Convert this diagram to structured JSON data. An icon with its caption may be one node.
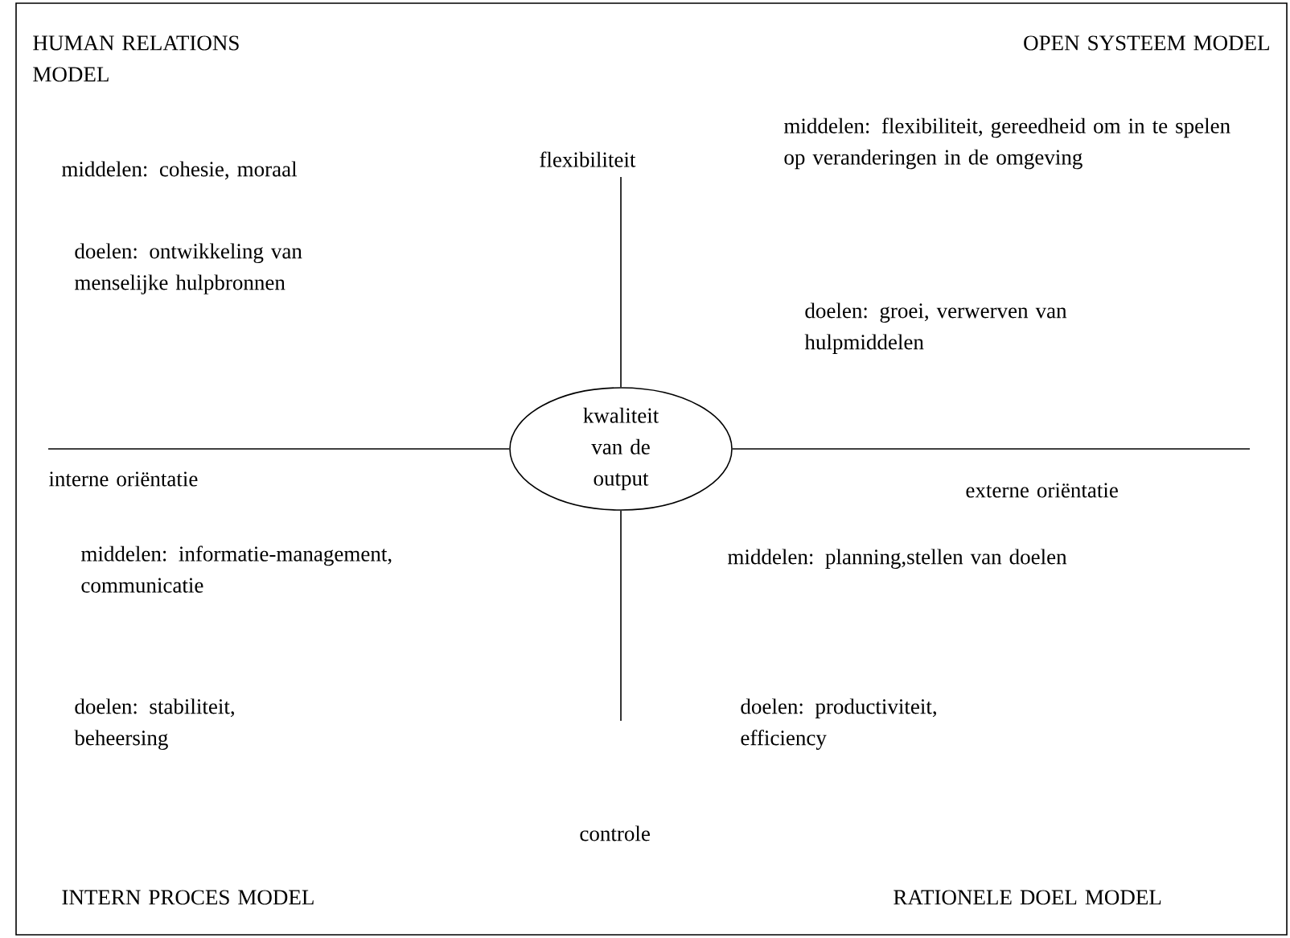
{
  "diagram": {
    "nodes": [
      {
        "text": [
          "kwaliteit van de output"
        ]
      }
    ],
    "labels": [
      "HUMAN RELATIONS MODEL",
      "OPEN SYSTEEM MODEL",
      "flexibiliteit",
      "middelen: flexibiliteit, gereedheid om in te spelen op veranderingen in de omgeving",
      "middelen: cohesie, moraal",
      "doelen: ontwikkeling van menselijke hulpbronnen",
      "doelen: groei, verwerven van hulpmiddelen",
      "interne oriëntatie",
      "externe oriëntatie",
      "middelen: informatie-management, communicatie",
      "middelen: planning,stellen van doelen",
      "doelen: stabiliteit, beheersing",
      "doelen: productiviteit, efficiency",
      "controle",
      "INTERN PROCES MODEL",
      "RATIONELE DOEL MODEL"
    ]
  }
}
